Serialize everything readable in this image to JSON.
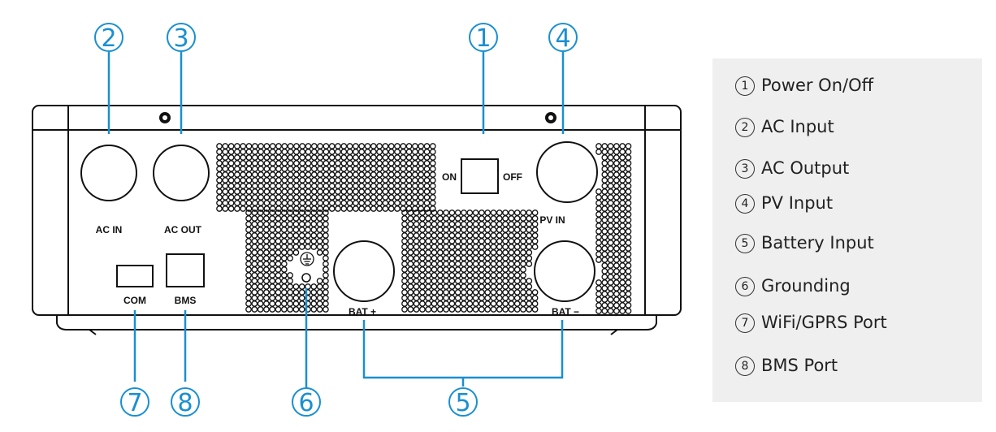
{
  "panel_labels": {
    "ac_in": "AC IN",
    "ac_out": "AC OUT",
    "com": "COM",
    "bms": "BMS",
    "on": "ON",
    "off": "OFF",
    "pv_in": "PV IN",
    "bat_plus": "BAT +",
    "bat_minus": "BAT −"
  },
  "callouts": [
    "1",
    "2",
    "3",
    "4",
    "5",
    "6",
    "7",
    "8"
  ],
  "legend": [
    {
      "num": "1",
      "text": "Power On/Off"
    },
    {
      "num": "2",
      "text": "AC Input"
    },
    {
      "num": "3",
      "text": "AC Output"
    },
    {
      "num": "4",
      "text": "PV Input"
    },
    {
      "num": "5",
      "text": "Battery Input"
    },
    {
      "num": "6",
      "text": "Grounding"
    },
    {
      "num": "7",
      "text": "WiFi/GPRS Port"
    },
    {
      "num": "8",
      "text": "BMS Port"
    }
  ],
  "colors": {
    "callout": "#1a8fd1",
    "outline": "#111111",
    "legend_bg": "#efefef"
  },
  "icons": [
    "ground-symbol-icon",
    "screw-icon"
  ]
}
